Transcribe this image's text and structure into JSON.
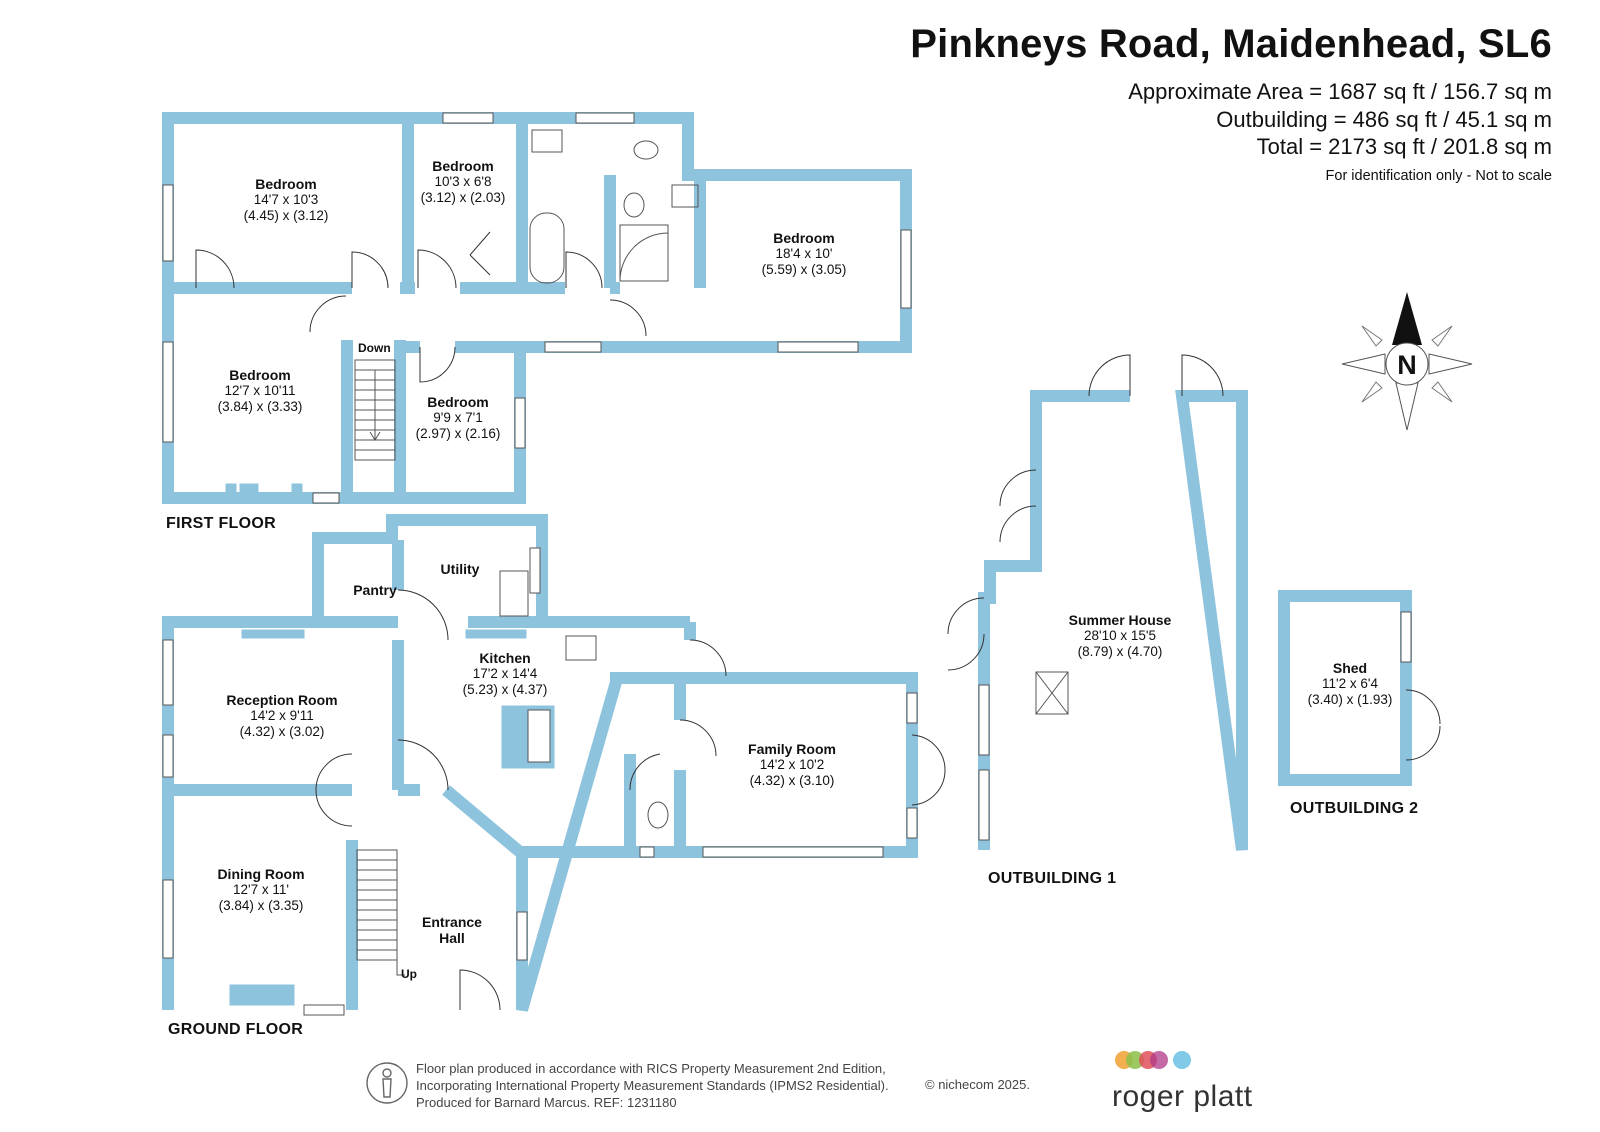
{
  "header": {
    "title": "Pinkneys Road, Maidenhead, SL6",
    "approx_area": "Approximate Area = 1687 sq ft / 156.7 sq m",
    "outbuilding_area": "Outbuilding = 486 sq ft / 45.1 sq m",
    "total_area": "Total = 2173 sq ft / 201.8 sq m",
    "note": "For identification only - Not to scale"
  },
  "floors": {
    "first": "FIRST FLOOR",
    "ground": "GROUND FLOOR",
    "outbuilding1": "OUTBUILDING 1",
    "outbuilding2": "OUTBUILDING 2"
  },
  "rooms": {
    "ff_bed1": {
      "name": "Bedroom",
      "imperial": "14'7 x 10'3",
      "metric": "(4.45) x (3.12)"
    },
    "ff_bed2": {
      "name": "Bedroom",
      "imperial": "10'3 x 6'8",
      "metric": "(3.12) x (2.03)"
    },
    "ff_bed3": {
      "name": "Bedroom",
      "imperial": "18'4 x 10'",
      "metric": "(5.59) x (3.05)"
    },
    "ff_bed4": {
      "name": "Bedroom",
      "imperial": "12'7 x 10'11",
      "metric": "(3.84) x (3.33)"
    },
    "ff_bed5": {
      "name": "Bedroom",
      "imperial": "9'9 x 7'1",
      "metric": "(2.97) x (2.16)"
    },
    "pantry": {
      "name": "Pantry"
    },
    "utility": {
      "name": "Utility"
    },
    "kitchen": {
      "name": "Kitchen",
      "imperial": "17'2 x 14'4",
      "metric": "(5.23) x (4.37)"
    },
    "reception": {
      "name": "Reception Room",
      "imperial": "14'2 x 9'11",
      "metric": "(4.32) x (3.02)"
    },
    "family": {
      "name": "Family Room",
      "imperial": "14'2 x 10'2",
      "metric": "(4.32) x (3.10)"
    },
    "dining": {
      "name": "Dining Room",
      "imperial": "12'7 x 11'",
      "metric": "(3.84) x (3.35)"
    },
    "hall": {
      "name": "Entrance",
      "name2": "Hall"
    },
    "summer": {
      "name": "Summer House",
      "imperial": "28'10 x 15'5",
      "metric": "(8.79) x (4.70)"
    },
    "shed": {
      "name": "Shed",
      "imperial": "11'2 x 6'4",
      "metric": "(3.40) x (1.93)"
    }
  },
  "stairs": {
    "down": "Down",
    "up": "Up"
  },
  "compass": {
    "letter": "N"
  },
  "footer": {
    "line1": "Floor plan produced in accordance with RICS Property Measurement 2nd Edition,",
    "line2": "Incorporating International Property Measurement Standards (IPMS2 Residential).",
    "line3": "Produced for Barnard Marcus.   REF:  1231180",
    "copyright": "© nichecom 2025.",
    "brand": "roger platt"
  },
  "colors": {
    "wall": "#8ec3de",
    "logo_dots": [
      "#f0a030",
      "#8cc04a",
      "#e0505a",
      "#b03a8a",
      "#72c4e4"
    ]
  }
}
